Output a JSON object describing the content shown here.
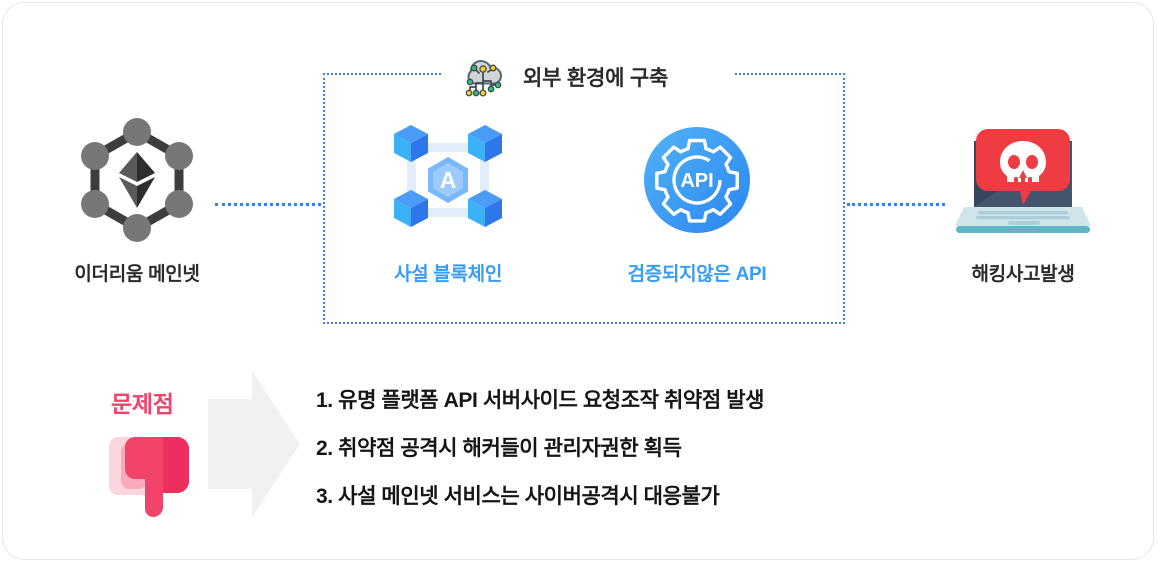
{
  "header": {
    "cloud_icon": "cloud-network-icon",
    "label": "외부 환경에 구축"
  },
  "nodes": [
    {
      "id": "ethereum",
      "icon": "ethereum-network-icon",
      "caption": "이더리움 메인넷",
      "caption_color": "#2b2b2b"
    },
    {
      "id": "private-blockchain",
      "icon": "blockchain-cubes-icon",
      "caption": "사설 블록체인",
      "caption_color": "#3a9df5"
    },
    {
      "id": "unverified-api",
      "icon": "api-gear-icon",
      "caption": "검증되지않은 API",
      "caption_color": "#3a9df5"
    },
    {
      "id": "hacking-incident",
      "icon": "laptop-skull-alert-icon",
      "caption": "해킹사고발생",
      "caption_color": "#2b2b2b"
    }
  ],
  "problem": {
    "title": "문제점",
    "title_color": "#f2436a",
    "thumbs_icon": "thumbs-down-icon",
    "arrow_icon": "right-arrow-shape",
    "items": [
      "1. 유명 플랫폼 API 서버사이드 요청조작 취약점 발생",
      "2. 취약점 공격시 해커들이 관리자권한 획득",
      "3. 사설 메인넷 서비스는 사이버공격시 대응불가"
    ]
  },
  "colors": {
    "dotted_border": "#3d7eea",
    "accent_blue": "#3a9df5",
    "accent_pink": "#f2436a",
    "alert_red": "#ef3b42",
    "card_border": "#e6e6e8"
  }
}
